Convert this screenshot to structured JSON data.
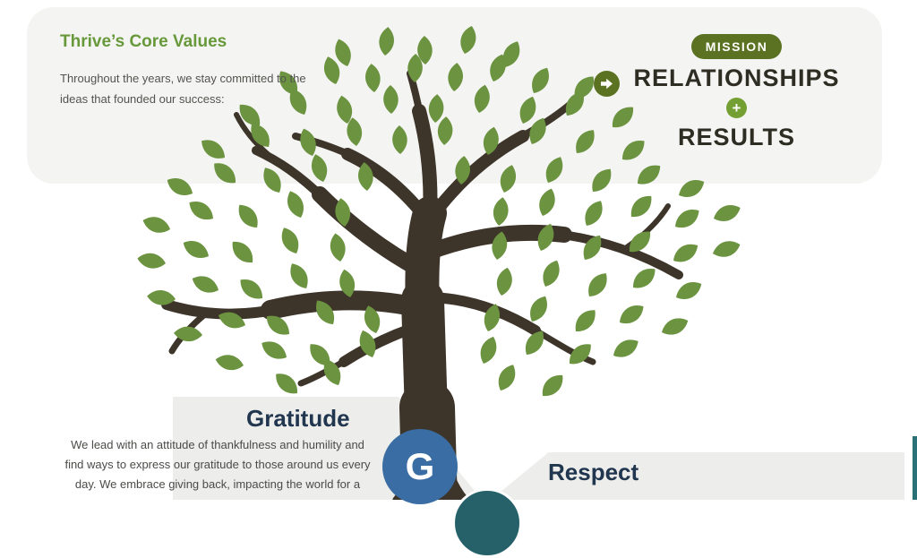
{
  "card": {
    "title": "Thrive’s Core Values",
    "line1": "Throughout the years, we stay committed to the",
    "line2": "ideas that founded our success:"
  },
  "mission": {
    "badge": "MISSION",
    "line1": "RELATIONSHIPS",
    "plus": "+",
    "line2": "RESULTS"
  },
  "gratitude": {
    "letter": "G",
    "name": "Gratitude",
    "lines": [
      "We lead with an attitude of thankfulness and humility and",
      "find ways to express our gratitude to those around us every",
      "day. We embrace giving back, impacting the world for a"
    ]
  },
  "respect": {
    "name": "Respect"
  },
  "colors": {
    "title_green": "#67993b",
    "leaf_green": "#6b9340",
    "trunk_brown": "#3e352a",
    "olive_dark": "#5b7222",
    "plus_green": "#74a033",
    "dark_text": "#2e2d23",
    "heading_navy": "#21364f",
    "gratitude_blue": "#3a6da3",
    "respect_teal": "#266069",
    "card_gray": "#f4f4f2"
  }
}
